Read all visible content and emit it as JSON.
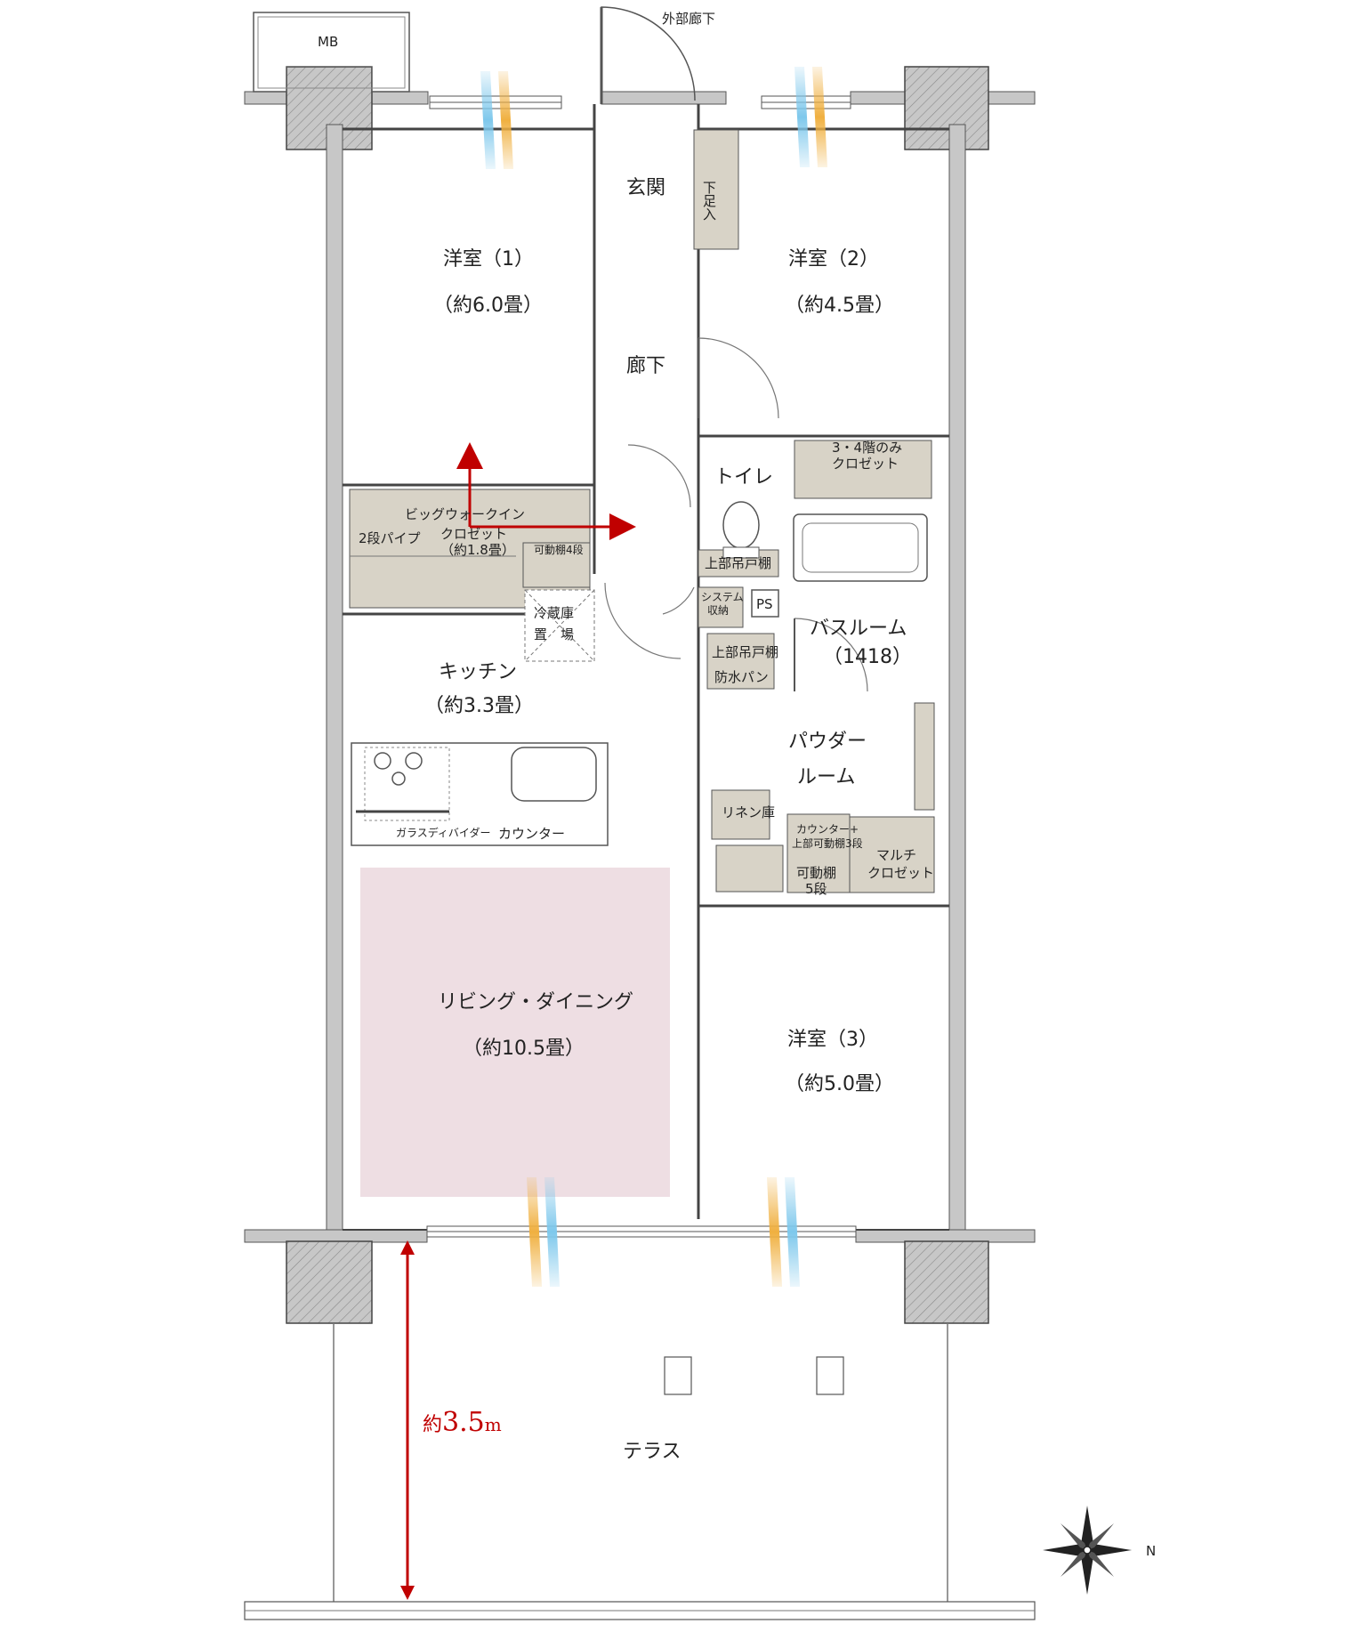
{
  "labels": {
    "mb": "MB",
    "outer_corridor": "外部廊下",
    "entrance": "玄関",
    "shoe_box": "下足入",
    "western1": "洋室（1）",
    "western1_size": "（約6.0畳）",
    "western2": "洋室（2）",
    "western2_size": "（約4.5畳）",
    "hallway": "廊下",
    "toilet": "トイレ",
    "closet_34f_line1": "3・4階のみ",
    "closet_34f_line2": "クロゼット",
    "walkin_line1": "ビッグウォークイン",
    "walkin_line2": "クロゼット",
    "walkin_size": "（約1.8畳）",
    "two_tier_pipe": "2段パイプ",
    "movable_shelf4": "可動棚4段",
    "upper_cabinet1": "上部吊戸棚",
    "fridge_line1": "冷蔵庫",
    "fridge_line2": "置　場",
    "system_storage_line1": "システム",
    "system_storage_line2": "収納",
    "ps": "PS",
    "bathroom": "バスルーム",
    "bathroom_size": "（1418）",
    "upper_cabinet2": "上部吊戸棚",
    "waterproof_pan": "防水パン",
    "kitchen": "キッチン",
    "kitchen_size": "（約3.3畳）",
    "powder_line1": "パウダー",
    "powder_line2": "ルーム",
    "linen": "リネン庫",
    "counter_note_line1": "カウンター+",
    "counter_note_line2": "上部可動棚3段",
    "multi_line1": "マルチ",
    "multi_line2": "クロゼット",
    "movable_shelf5_line1": "可動棚",
    "movable_shelf5_line2": "5段",
    "glass_divider": "ガラスディバイダー",
    "counter": "カウンター",
    "living": "リビング・ダイニング",
    "living_size": "（約10.5畳）",
    "western3": "洋室（3）",
    "western3_size": "（約5.0畳）",
    "terrace": "テラス",
    "terrace_depth_prefix": "約",
    "terrace_depth_value": "3.5",
    "terrace_depth_unit": "m",
    "north": "N"
  },
  "colors": {
    "wall": "#c7c7c7",
    "wall_stroke": "#555555",
    "storage": "#d8d3c7",
    "living_highlight": "#eedee3",
    "dimension_red": "#c00000",
    "wind_blue": "#7ec8ec",
    "wind_orange": "#f0b040"
  }
}
